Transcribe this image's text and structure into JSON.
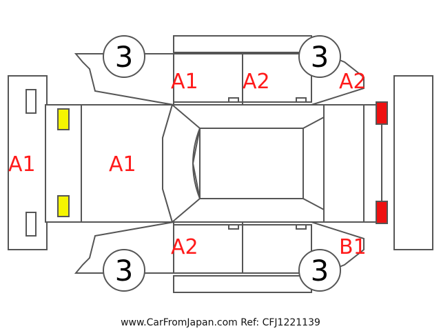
{
  "damage_codes": {
    "front_bumper": "A1",
    "hood": "A1",
    "front_door_top": "A1",
    "rear_door_top": "A2",
    "rear_quarter_top": "A2",
    "front_door_bottom": "A2",
    "rear_quarter_bottom": "B1"
  },
  "tyres": {
    "front_top": "3",
    "rear_top": "3",
    "front_bottom": "3",
    "rear_bottom": "3"
  },
  "lamp_colors": {
    "front": "#f5f500",
    "rear": "#ee1111"
  },
  "code_color": "#ff1a1a",
  "footer": "www.CarFromJapan.com Ref: CFJ1221139"
}
